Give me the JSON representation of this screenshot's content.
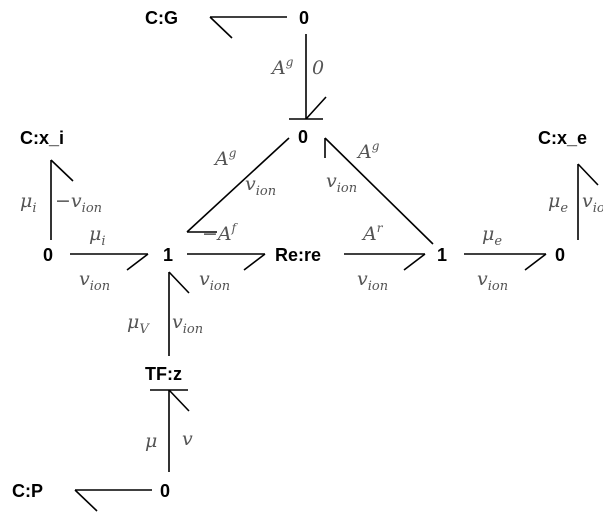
{
  "nodes": {
    "cg": "C:G",
    "zero_top": "0",
    "zero_mid": "0",
    "cxi": "C:x_i",
    "cxe": "C:x_e",
    "zero_left": "0",
    "one_left": "1",
    "rere": "Re:re",
    "one_right": "1",
    "zero_right": "0",
    "tfz": "TF:z",
    "cp": "C:P",
    "zero_bottom": "0"
  },
  "labels": {
    "ag_top": {
      "base": "A",
      "sup": "g"
    },
    "zero_flow": "0",
    "ag_left": {
      "base": "A",
      "sup": "g"
    },
    "vion_left": {
      "base": "v",
      "sub": "ion"
    },
    "ag_right": {
      "base": "A",
      "sup": "g"
    },
    "vion_right": {
      "base": "v",
      "sub": "ion"
    },
    "mui_vert": {
      "base": "μ",
      "sub": "i"
    },
    "neg_vion": {
      "base": "−v",
      "sub": "ion"
    },
    "mue_vert": {
      "base": "μ",
      "sub": "e"
    },
    "vion_e_vert": {
      "base": "v",
      "sub": "ion"
    },
    "mui_h": {
      "base": "μ",
      "sub": "i"
    },
    "vion_h1": {
      "base": "v",
      "sub": "ion"
    },
    "af": {
      "base": "−A",
      "sup": "f"
    },
    "vion_h2": {
      "base": "v",
      "sub": "ion"
    },
    "ar": {
      "base": "A",
      "sup": "r"
    },
    "vion_h3": {
      "base": "v",
      "sub": "ion"
    },
    "mue_h": {
      "base": "μ",
      "sub": "e"
    },
    "vion_h4": {
      "base": "v",
      "sub": "ion"
    },
    "muv": {
      "base": "μ",
      "sub": "V"
    },
    "vion_v": {
      "base": "v",
      "sub": "ion"
    },
    "mu": {
      "base": "μ"
    },
    "v": {
      "base": "v"
    }
  }
}
